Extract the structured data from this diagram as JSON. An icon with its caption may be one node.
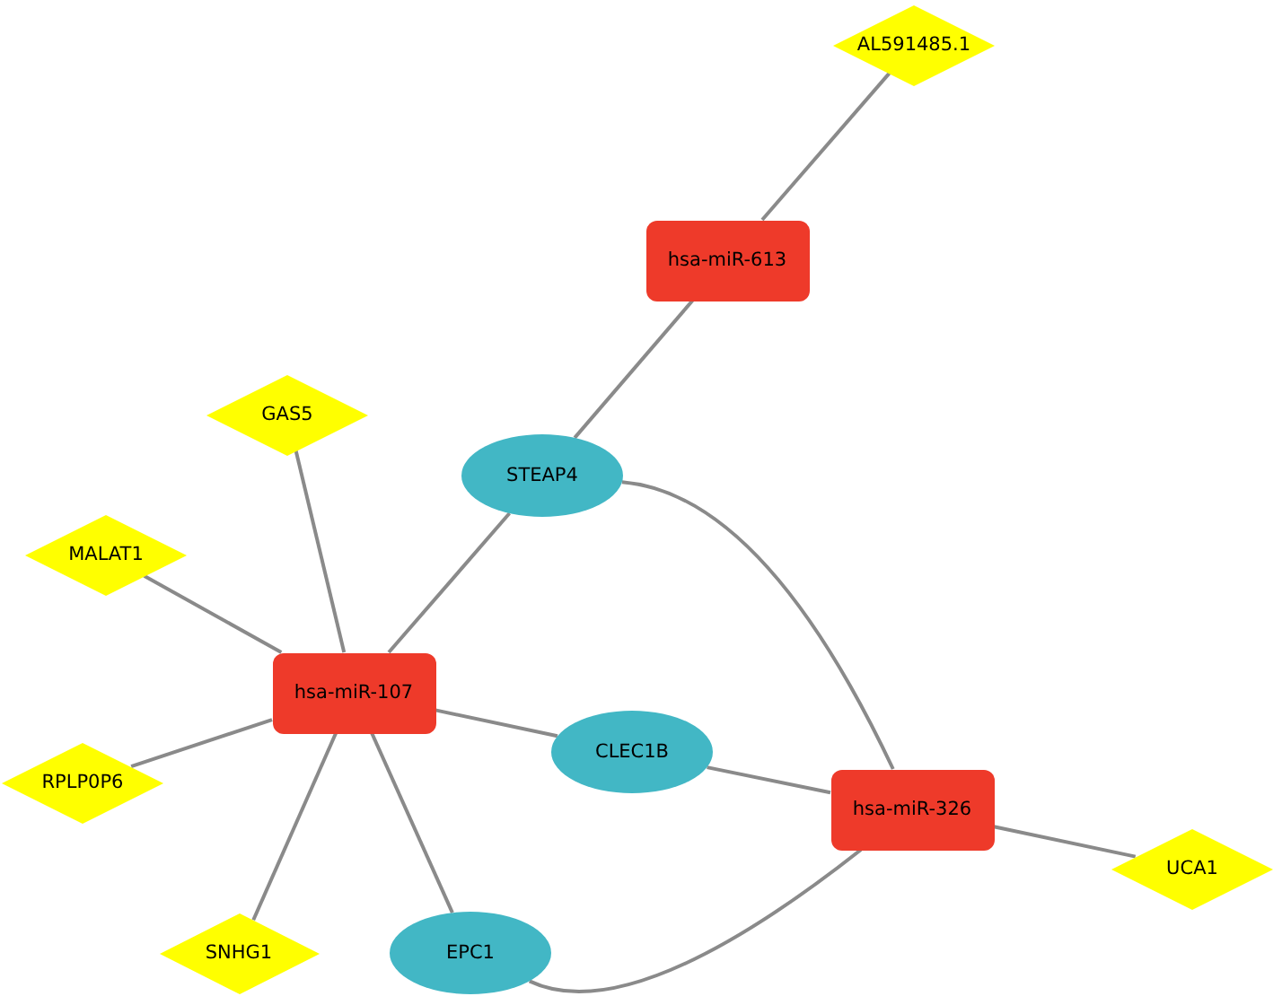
{
  "diagram": {
    "nodes": [
      {
        "text": [
          "AL591485.1"
        ]
      },
      {
        "text": [
          "hsa-miR-613"
        ]
      },
      {
        "text": [
          "GAS5"
        ]
      },
      {
        "text": [
          "STEAP4"
        ]
      },
      {
        "text": [
          "MALAT1"
        ]
      },
      {
        "text": [
          "hsa-miR-107"
        ]
      },
      {
        "text": [
          "CLEC1B"
        ]
      },
      {
        "text": [
          "RPLP0P6"
        ]
      },
      {
        "text": [
          "hsa-miR-326"
        ]
      },
      {
        "text": [
          "UCA1"
        ]
      },
      {
        "text": [
          "SNHG1"
        ]
      },
      {
        "text": [
          "EPC1"
        ]
      }
    ],
    "edges": [
      {
        "from": 0,
        "to": 1,
        "arrow": "none"
      },
      {
        "from": 1,
        "to": 3,
        "arrow": "none"
      },
      {
        "from": 2,
        "to": 5,
        "arrow": "none"
      },
      {
        "from": 3,
        "to": 5,
        "arrow": "none"
      },
      {
        "from": 3,
        "to": 8,
        "arrow": "none"
      },
      {
        "from": 4,
        "to": 5,
        "arrow": "none"
      },
      {
        "from": 5,
        "to": 6,
        "arrow": "none"
      },
      {
        "from": 7,
        "to": 5,
        "arrow": "none"
      },
      {
        "from": 5,
        "to": 10,
        "arrow": "none"
      },
      {
        "from": 5,
        "to": 11,
        "arrow": "none"
      },
      {
        "from": 6,
        "to": 8,
        "arrow": "none"
      },
      {
        "from": 8,
        "to": 9,
        "arrow": "none"
      },
      {
        "from": 11,
        "to": 8,
        "arrow": "none"
      }
    ]
  }
}
